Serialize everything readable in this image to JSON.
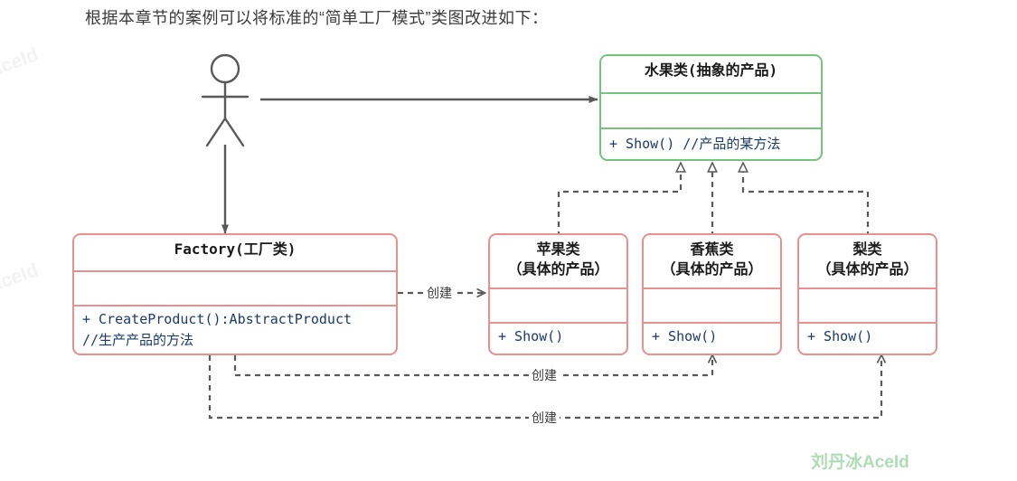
{
  "caption": "根据本章节的案例可以将标准的“简单工厂模式”类图改进如下：",
  "watermarks": {
    "faint": "AceId",
    "brand": "刘丹冰AceId"
  },
  "colors": {
    "abstract_border": "#74c47a",
    "concrete_border": "#e8908f",
    "edge": "#595959",
    "brand_green": "#addcb5",
    "text": "#1a1a1a",
    "member_text": "#1a3a6b"
  },
  "actor": {
    "name": "actor"
  },
  "classes": {
    "abstract_product": {
      "title": "水果类(抽象的产品)",
      "attributes": "",
      "method": "+ Show()  //产品的某方法",
      "method_sig": "+ Show()",
      "method_comment": "//产品的某方法",
      "stereotype": "abstract"
    },
    "factory": {
      "title": "Factory(工厂类)",
      "attributes": "",
      "method_line1": "+ CreateProduct():AbstractProduct",
      "method_line2": "//生产产品的方法"
    },
    "concrete": [
      {
        "title": "苹果类",
        "subtitle": "（具体的产品）",
        "attributes": "",
        "method": "+ Show()"
      },
      {
        "title": "香蕉类",
        "subtitle": "（具体的产品）",
        "attributes": "",
        "method": "+ Show()"
      },
      {
        "title": "梨类",
        "subtitle": "（具体的产品）",
        "attributes": "",
        "method": "+ Show()"
      }
    ]
  },
  "edges": {
    "create_labels": [
      "创建",
      "创建",
      "创建"
    ],
    "actor_to_abstract": "",
    "actor_to_factory": "",
    "realizations": 3
  }
}
